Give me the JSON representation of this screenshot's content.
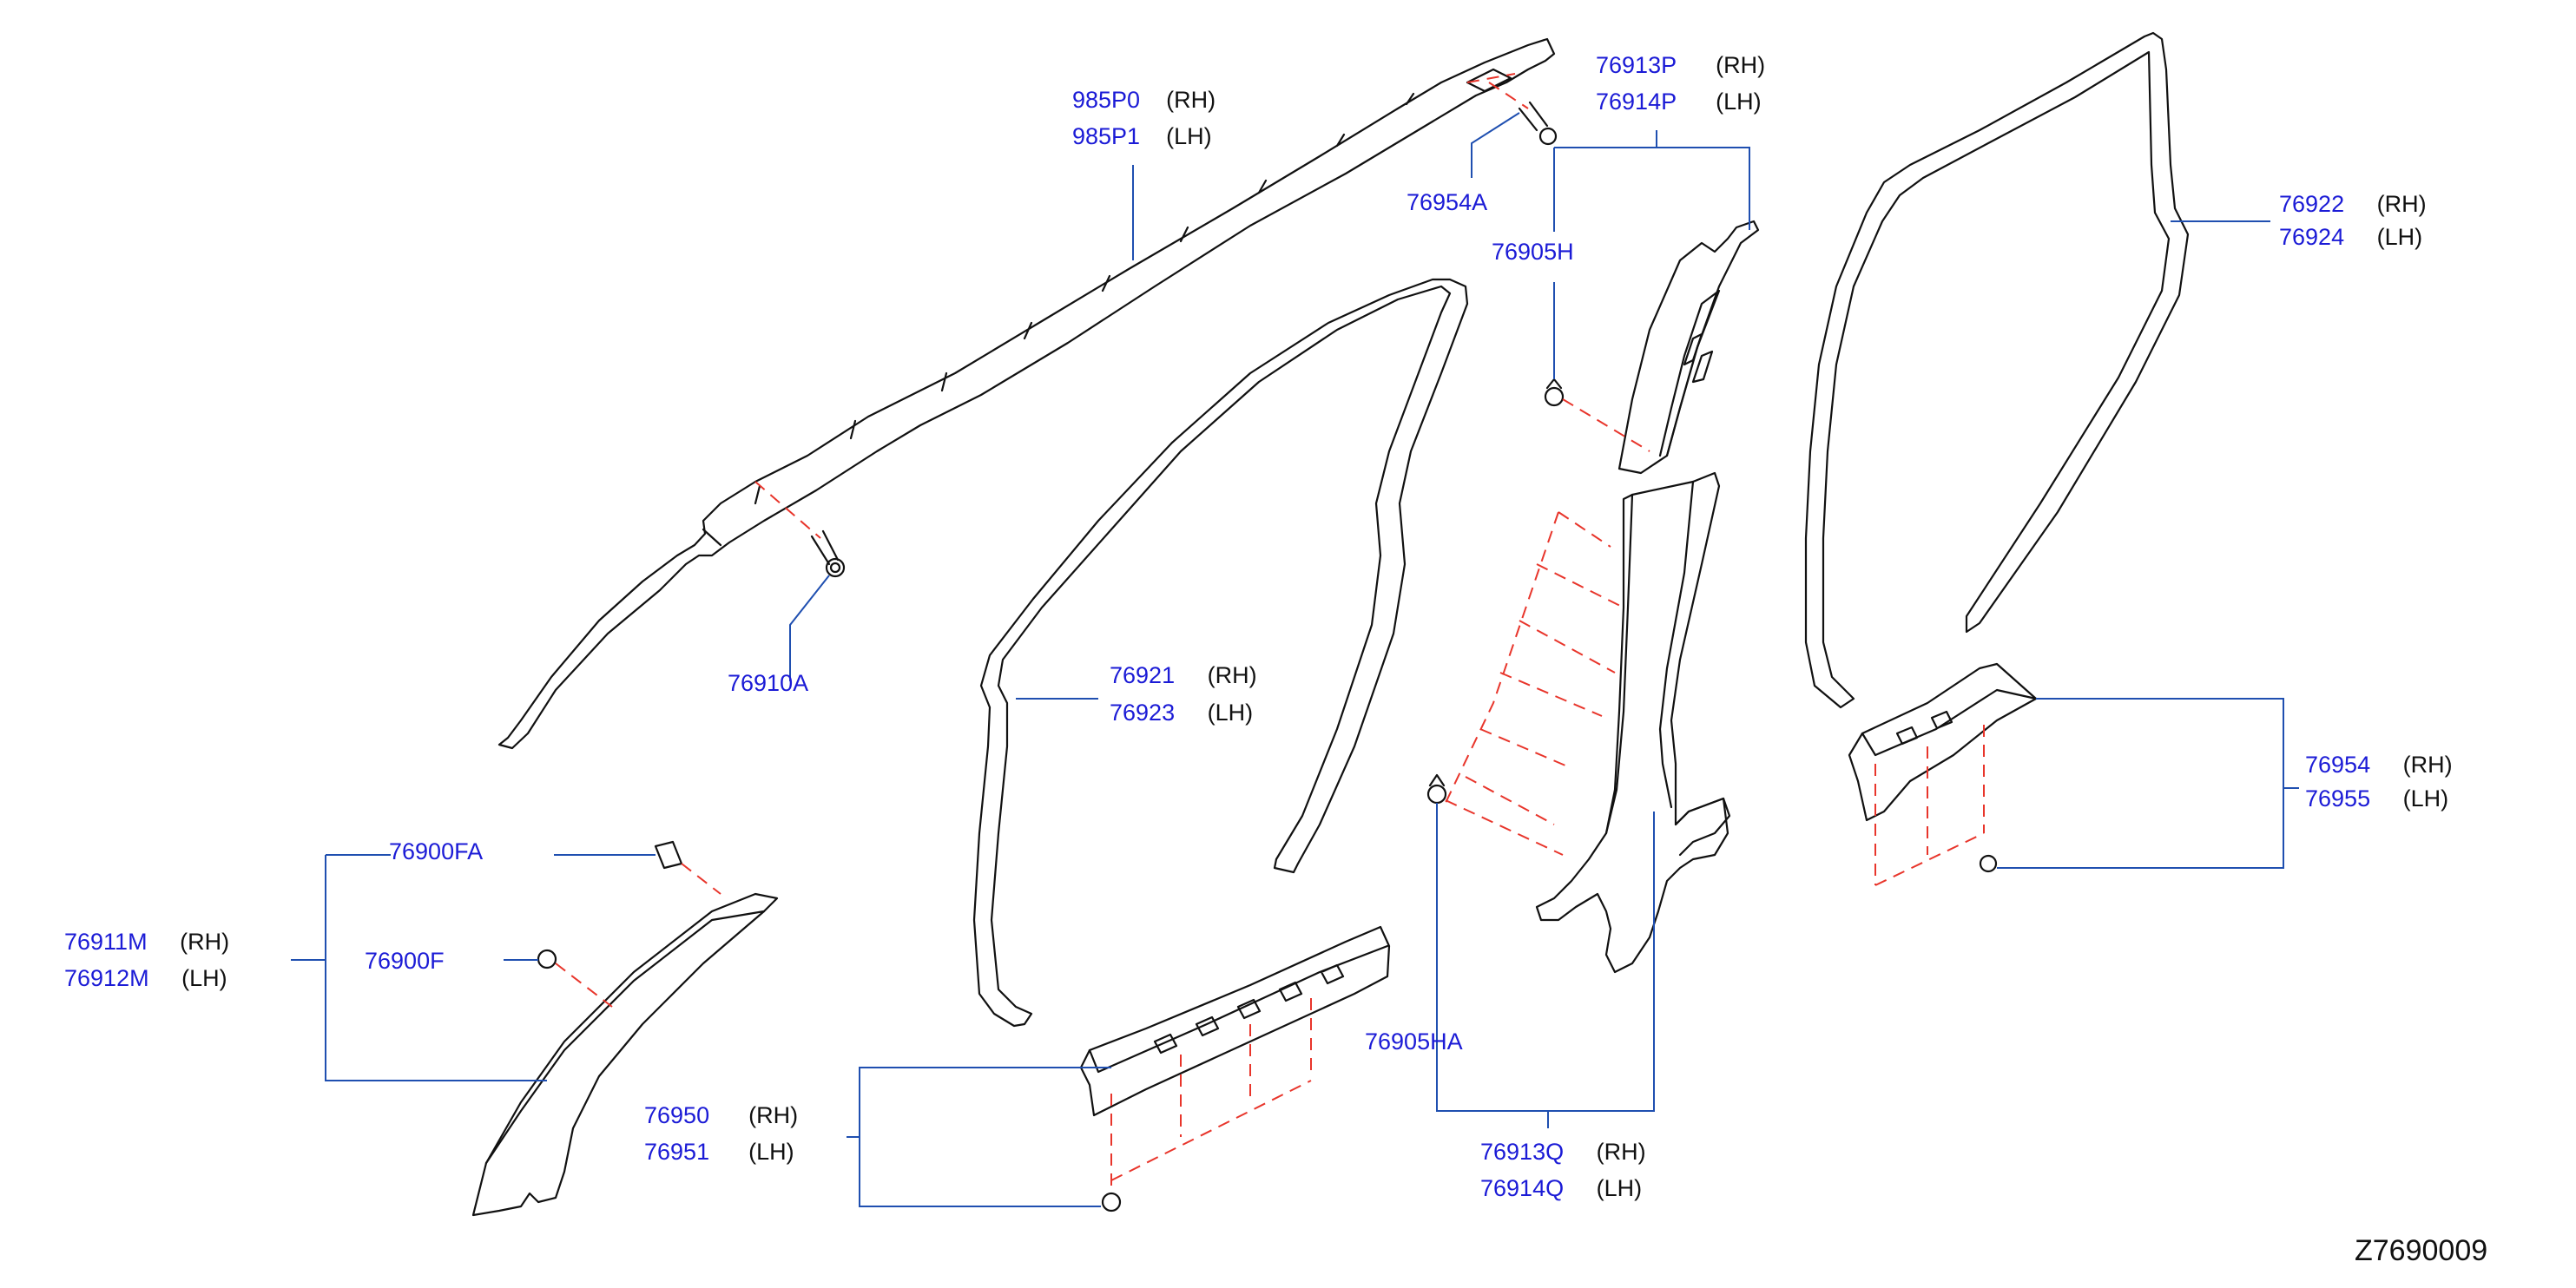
{
  "colors": {
    "part_number": "#1b1bd6",
    "leader_line": "#1f4fb0",
    "dashed_guide": "#e8352b",
    "outline": "#111111",
    "background": "#ffffff"
  },
  "diagram_id": "Z7690009",
  "callouts": {
    "c985p0": {
      "part": "985P0",
      "side": "(RH)"
    },
    "c985p1": {
      "part": "985P1",
      "side": "(LH)"
    },
    "c76954a": {
      "part": "76954A"
    },
    "c76910a": {
      "part": "76910A"
    },
    "c76913p": {
      "part": "76913P",
      "side": "(RH)"
    },
    "c76914p": {
      "part": "76914P",
      "side": "(LH)"
    },
    "c76905h": {
      "part": "76905H"
    },
    "c76922": {
      "part": "76922",
      "side": "(RH)"
    },
    "c76924": {
      "part": "76924",
      "side": "(LH)"
    },
    "c76921": {
      "part": "76921",
      "side": "(RH)"
    },
    "c76923": {
      "part": "76923",
      "side": "(LH)"
    },
    "c76954": {
      "part": "76954",
      "side": "(RH)"
    },
    "c76955": {
      "part": "76955",
      "side": "(LH)"
    },
    "c76900fa": {
      "part": "76900FA"
    },
    "c76911m": {
      "part": "76911M",
      "side": "(RH)"
    },
    "c76912m": {
      "part": "76912M",
      "side": "(LH)"
    },
    "c76900f": {
      "part": "76900F"
    },
    "c76905ha": {
      "part": "76905HA"
    },
    "c76950": {
      "part": "76950",
      "side": "(RH)"
    },
    "c76951": {
      "part": "76951",
      "side": "(LH)"
    },
    "c76913q": {
      "part": "76913Q",
      "side": "(RH)"
    },
    "c76914q": {
      "part": "76914Q",
      "side": "(LH)"
    }
  }
}
